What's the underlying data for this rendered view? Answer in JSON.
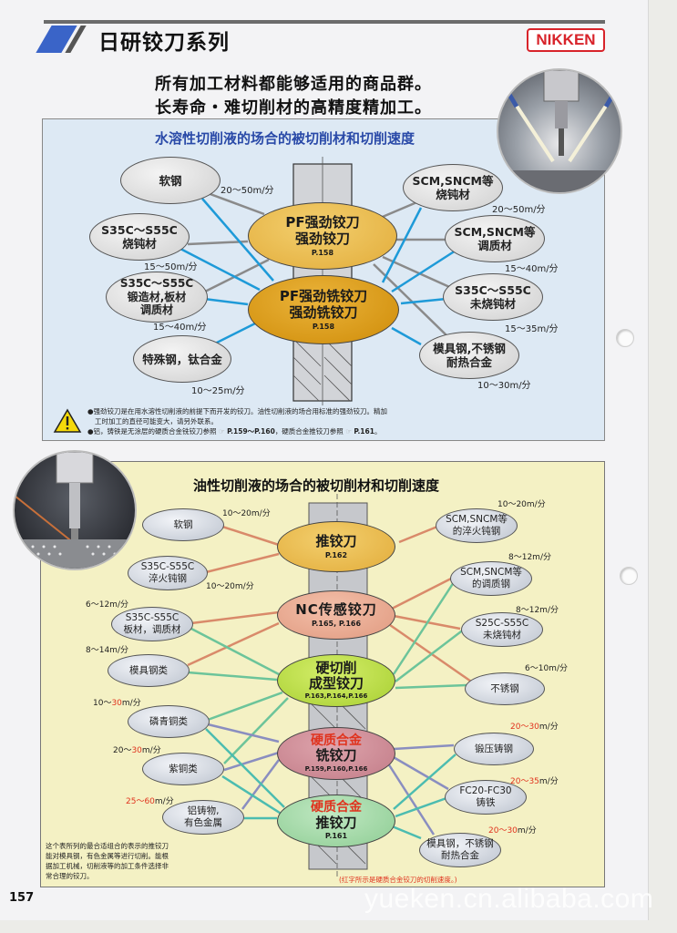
{
  "header": {
    "title": "日研铰刀系列",
    "logo": "NIKKEN",
    "tagline_1": "所有加工材料都能够适用的商品群。",
    "tagline_2": "长寿命・难切削材的高精度精加工。"
  },
  "water_section": {
    "title": "水溶性切削液的场合的被切削材和切削速度",
    "tools": [
      {
        "line1": "PF强劲铰刀",
        "line2": "强劲铰刀",
        "page": "P.158",
        "color": "#e8b84a"
      },
      {
        "line1": "PF强劲铣铰刀",
        "line2": "强劲铣铰刀",
        "page": "P.158",
        "color": "#d99a12"
      }
    ],
    "materials": [
      {
        "line1": "软钢",
        "line2": "",
        "speed": "20～50m/分"
      },
      {
        "line1": "S35C～S55C",
        "line2": "烧钝材",
        "speed": "15～50m/分"
      },
      {
        "line1": "S35C～S55C",
        "line2": "锻造材,板材",
        "line3": "调质材",
        "speed": "15～40m/分"
      },
      {
        "line1": "特殊钢，钛合金",
        "line2": "",
        "speed": "10～25m/分"
      },
      {
        "line1": "SCM,SNCM等",
        "line2": "烧钝材",
        "speed": "20～50m/分"
      },
      {
        "line1": "SCM,SNCM等",
        "line2": "调质材",
        "speed": "15～40m/分"
      },
      {
        "line1": "S35C～S55C",
        "line2": "未烧钝材",
        "speed": "15～35m/分"
      },
      {
        "line1": "模具钢,不锈钢",
        "line2": "耐热合金",
        "speed": "10～30m/分"
      }
    ],
    "notes": {
      "line1": "●强劲铰刀是在用水溶性切削液的前提下而开发的铰刀。油性切削液的场合用标准的强劲铰刀。精加",
      "line2": "工时加工的直径可能变大，请另外联系。",
      "line3_a": "●铝，铸铁是无涂层的硬质合金铣铰刀参照",
      "line3_ref1": "P.159～P.160",
      "line3_b": "，硬质合金推铰刀参照",
      "line3_ref2": "P.161",
      "line3_c": "。"
    }
  },
  "oil_section": {
    "title": "油性切削液的场合的被切削材和切削速度",
    "tools": [
      {
        "red": "",
        "line1": "推铰刀",
        "line2": "",
        "page": "P.162",
        "color": "#e8b84a"
      },
      {
        "red": "",
        "line1": "NC传感铰刀",
        "line2": "",
        "page": "P.165, P.166",
        "color": "#e8a890"
      },
      {
        "red": "",
        "line1": "硬切削",
        "line2": "成型铰刀",
        "page": "P.163,P.164,P.166",
        "color": "#b4d84a"
      },
      {
        "red": "硬质合金",
        "line1": "铣铰刀",
        "line2": "",
        "page": "P.159,P.160,P.166",
        "color": "#c98a94"
      },
      {
        "red": "硬质合金",
        "line1": "推铰刀",
        "line2": "",
        "page": "P.161",
        "color": "#9fd4a2"
      }
    ],
    "materials_left": [
      {
        "line1": "软钢",
        "line2": "",
        "speed_a": "10～20m/分",
        "speed_red": "",
        "speed_b": ""
      },
      {
        "line1": "S35C-S55C",
        "line2": "淬火钝钢",
        "speed_a": "10～20m/分",
        "speed_red": "",
        "speed_b": ""
      },
      {
        "line1": "S35C-S55C",
        "line2": "板材，调质材",
        "speed_a": "6～12m/分",
        "speed_red": "",
        "speed_b": ""
      },
      {
        "line1": "模具钢类",
        "line2": "",
        "speed_a": "8～14m/分",
        "speed_red": "",
        "speed_b": ""
      },
      {
        "line1": "磷青铜类",
        "line2": "",
        "speed_a": "10～",
        "speed_red": "30",
        "speed_b": "m/分"
      },
      {
        "line1": "紫铜类",
        "line2": "",
        "speed_a": "20～",
        "speed_red": "30",
        "speed_b": "m/分"
      },
      {
        "line1": "铝铸物,",
        "line2": "有色金属",
        "speed_a": "",
        "speed_red": "25～60",
        "speed_b": "m/分"
      }
    ],
    "materials_right": [
      {
        "line1": "SCM,SNCM等",
        "line2": "的淬火钝钢",
        "speed_a": "10～20m/分",
        "speed_red": "",
        "speed_b": ""
      },
      {
        "line1": "SCM,SNCM等",
        "line2": "的调质钢",
        "speed_a": "8～12m/分",
        "speed_red": "",
        "speed_b": ""
      },
      {
        "line1": "S25C-S55C",
        "line2": "未烧钝材",
        "speed_a": "8～12m/分",
        "speed_red": "",
        "speed_b": ""
      },
      {
        "line1": "不锈钢",
        "line2": "",
        "speed_a": "6～10m/分",
        "speed_red": "",
        "speed_b": ""
      },
      {
        "line1": "锻压铸钢",
        "line2": "",
        "speed_a": "",
        "speed_red": "20～30",
        "speed_b": "m/分"
      },
      {
        "line1": "FC20-FC30",
        "line2": "铸铁",
        "speed_a": "",
        "speed_red": "20～35",
        "speed_b": "m/分"
      },
      {
        "line1": "模具钢，不锈钢",
        "line2": "耐热合金",
        "speed_a": "",
        "speed_red": "20～30",
        "speed_b": "m/分"
      }
    ],
    "note": {
      "line1": "这个表所列的最合适组合的表示的推铰刀",
      "line2": "能对模具钢，有色金属等进行切削。能根",
      "line3": "据加工机械，切削液等的加工条件选择非",
      "line4": "常合理的铰刀。"
    },
    "red_note": "(红字所示是硬质合金铰刀的切削速度。)"
  },
  "footer": {
    "page_number": "157",
    "watermark": "yueken.cn.alibaba.com"
  },
  "colors": {
    "brand_red": "#d8232a",
    "water_title": "#2a4aa8",
    "water_line_blue": "#1e9ad8",
    "water_line_gray": "#8a8a8a",
    "oil_line_orange": "#d98a6a",
    "oil_line_green": "#6cc49a",
    "oil_line_purple": "#8a8ec0",
    "speed_red": "#e0331e"
  }
}
